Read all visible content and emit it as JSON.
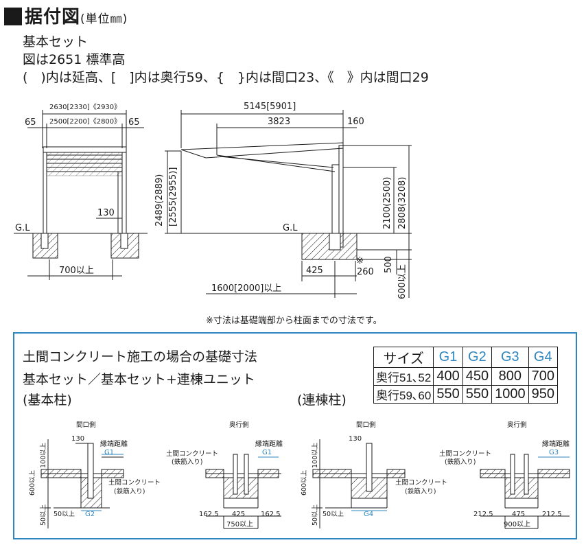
{
  "header": {
    "title": "据付図",
    "unit": "(単位㎜)",
    "line1": "基本セット",
    "line2": "図は2651 標準高",
    "line3": "(　)内は延高、[　]内は奥行59、{　}内は間口23、《　》内は間口29"
  },
  "front_view": {
    "dim_top": "2630[2330]《2930》",
    "dim_2": "2500[2200]《2800》",
    "dim_left": "65",
    "dim_right": "65",
    "dim_130": "130",
    "gl": "G.L",
    "dim_700": "700以上"
  },
  "side_view": {
    "dim_top": "5145[5901]",
    "dim_3823": "3823",
    "dim_160": "160",
    "dim_left1": "2489(2889)",
    "dim_left2": "[2555(2955)]",
    "dim_right1": "2100(2500)",
    "dim_right2": "2808(3208)",
    "gl": "G.L",
    "dim_425": "425",
    "dim_260": "260",
    "mark": "※",
    "dim_500": "500",
    "dim_600": "600以上",
    "dim_1600": "1600[2000]以上"
  },
  "note": "※寸法は基礎端部から柱面までの寸法です。",
  "panel": {
    "title": "土間コンクリート施工の場合の基礎寸法",
    "subtitle": "基本セット／基本セット+連棟ユニット",
    "basic_label": "(基本柱)",
    "renmune_label": "(連棟柱)",
    "table": {
      "header": [
        "サイズ",
        "G1",
        "G2",
        "G3",
        "G4"
      ],
      "rows": [
        [
          "奥行51､52",
          "400",
          "450",
          "800",
          "700"
        ],
        [
          "奥行59､60",
          "550",
          "550",
          "1000",
          "950"
        ]
      ]
    },
    "d1": {
      "side": "間口側",
      "d130": "130",
      "edge": "縁端距離",
      "g1": "G1",
      "h100": "100以上",
      "h600": "600以上",
      "h50": "50以上",
      "concrete": "土間コンクリート",
      "rebar": "(鉄筋入り)",
      "w50": "50以上",
      "g2": "G2"
    },
    "d2": {
      "side": "奥行側",
      "concrete": "土間コンクリート",
      "rebar": "(鉄筋入り)",
      "edge": "縁端距離",
      "g1": "G1",
      "w1": "162.5",
      "w2": "425",
      "w3": "162.5",
      "total": "750以上"
    },
    "d3": {
      "side": "間口側",
      "d130": "130",
      "h100": "100以上",
      "h600": "600以上",
      "h50": "50以上",
      "concrete": "土間コンクリート",
      "rebar": "(鉄筋入り)",
      "w50": "50以上",
      "g4": "G4"
    },
    "d4": {
      "side": "奥行側",
      "edge": "縁端距離",
      "g3": "G3",
      "concrete": "土間コンクリート",
      "rebar": "(鉄筋入り)",
      "w1": "212.5",
      "w2": "475",
      "w3": "212.5",
      "total": "900以上"
    }
  },
  "colors": {
    "accent": "#2e86c1",
    "line": "#1a1a1a"
  }
}
